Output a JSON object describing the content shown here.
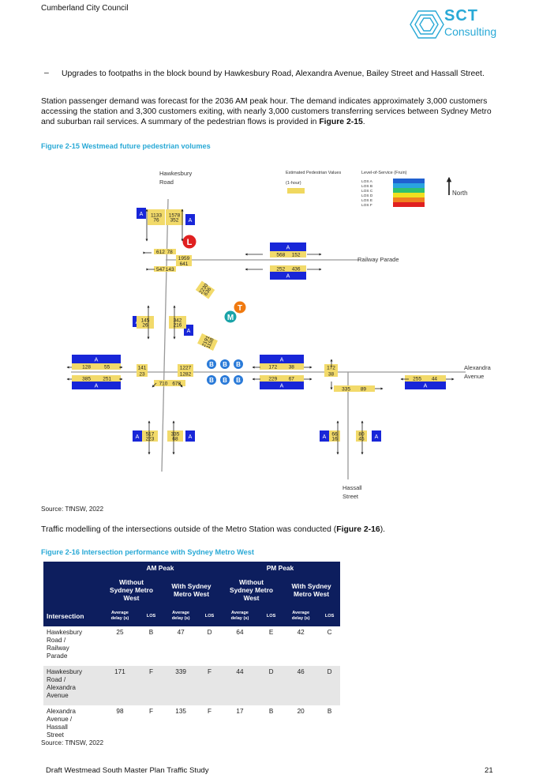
{
  "header": {
    "org": "Cumberland City Council",
    "logo_top": "SCT",
    "logo_bottom": "Consulting"
  },
  "bullet": {
    "dash": "–",
    "text": "Upgrades to footpaths in the block bound by Hawkesbury Road, Alexandra Avenue, Bailey Street and Hassall Street."
  },
  "para1": {
    "text": "Station passenger demand was forecast for the 2036 AM peak hour. The demand indicates approximately 3,000 customers accessing the station and 3,300 customers exiting, with nearly 3,000 customers transferring services between Sydney Metro and suburban rail services. A summary of the pedestrian flows is provided in ",
    "ref": "Figure 2-15",
    "end": "."
  },
  "figure15": {
    "caption": "Figure 2-15 Westmead future pedestrian volumes",
    "roads": {
      "hawkesbury_1": "Hawkesbury",
      "hawkesbury_2": "Road",
      "railway": "Railway Parade",
      "alexandra_1": "Alexandra",
      "alexandra_2": "Avenue",
      "hassall_1": "Hassall",
      "hassall_2": "Street"
    },
    "legend": {
      "title": "Estimated Pedestrian Values",
      "period": "(1-hour)",
      "los_title": "Level-of-Service (Fruin)",
      "los_a": "LOS A",
      "los_b": "LOS B",
      "los_c": "LOS C",
      "los_d": "LOS D",
      "los_e": "LOS E",
      "los_f": "LOS F",
      "colors": [
        "#2060d0",
        "#2aa3e0",
        "#30c070",
        "#f0e020",
        "#f08020",
        "#e02020"
      ],
      "north": "North"
    },
    "los_letter": "A",
    "symbols": {
      "L": "L",
      "T": "T",
      "M": "M",
      "B": "B"
    },
    "volumes": {
      "v1133": "1133",
      "v76": "76",
      "v1578": "1578",
      "v352": "352",
      "v612": "612",
      "v78": "78",
      "v1959": "1959",
      "v641": "641",
      "v547": "547",
      "v143": "143",
      "v2230": "2230",
      "v636": "636",
      "v568": "568",
      "v152": "152",
      "v252": "252",
      "v436": "436",
      "v145": "145",
      "v26": "26",
      "v342": "342",
      "v216": "216",
      "v2191": "2191",
      "v1158": "1158",
      "v128": "128",
      "v55": "55",
      "v385": "385",
      "v251": "251",
      "v141": "141",
      "v23": "23",
      "v710": "710",
      "v678": "678",
      "v1227": "1227",
      "v1282": "1282",
      "v172a": "172",
      "v38a": "38",
      "v229": "229",
      "v67": "67",
      "v172b": "172",
      "v38b": "38",
      "v335a": "335",
      "v89": "89",
      "v255": "255",
      "v44": "44",
      "v517": "517",
      "v223": "223",
      "v335b": "335",
      "v68": "68",
      "v66": "66",
      "v16": "16",
      "v80": "80",
      "v45": "45"
    },
    "source": "Source: TfNSW, 2022"
  },
  "para2": {
    "text": "Traffic modelling of the intersections outside of the Metro Station was conducted (",
    "ref": "Figure 2-16",
    "end": ")."
  },
  "figure16": {
    "caption": "Figure 2-16 Intersection performance with Sydney Metro West",
    "group_am": "AM Peak",
    "group_pm": "PM Peak",
    "without_1": "Without",
    "without_2": "Sydney Metro",
    "without_3": "West",
    "with_1": "With Sydney",
    "with_2": "Metro West",
    "col_intersection": "Intersection",
    "col_delay_1": "Average",
    "col_delay_2": "delay (s)",
    "col_los": "LOS",
    "rows": [
      {
        "name1": "Hawkesbury",
        "name2": "Road /",
        "name3": "Railway",
        "name4": "Parade",
        "am_wo_delay": "25",
        "am_wo_los": "B",
        "am_w_delay": "47",
        "am_w_los": "D",
        "pm_wo_delay": "64",
        "pm_wo_los": "E",
        "pm_w_delay": "42",
        "pm_w_los": "C"
      },
      {
        "name1": "Hawkesbury",
        "name2": "Road /",
        "name3": "Alexandra",
        "name4": "Avenue",
        "am_wo_delay": "171",
        "am_wo_los": "F",
        "am_w_delay": "339",
        "am_w_los": "F",
        "pm_wo_delay": "44",
        "pm_wo_los": "D",
        "pm_w_delay": "46",
        "pm_w_los": "D"
      },
      {
        "name1": "Alexandra",
        "name2": "Avenue /",
        "name3": "Hassall",
        "name4": "Street",
        "am_wo_delay": "98",
        "am_wo_los": "F",
        "am_w_delay": "135",
        "am_w_los": "F",
        "pm_wo_delay": "17",
        "pm_wo_los": "B",
        "pm_w_delay": "20",
        "pm_w_los": "B"
      }
    ],
    "source": "Source: TfNSW, 2022"
  },
  "footer": {
    "title": "Draft Westmead South Master Plan Traffic Study",
    "page": "21"
  }
}
